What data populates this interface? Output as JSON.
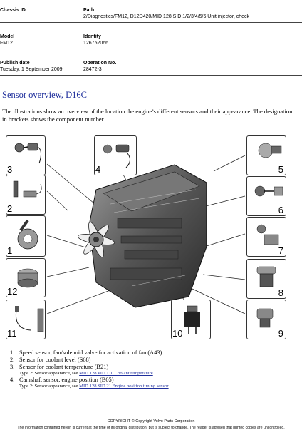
{
  "header": {
    "chassis_label": "Chassis ID",
    "chassis_value": "",
    "path_label": "Path",
    "path_value": "2/Diagnostics/FM12, D12D420/MID 128 SID 1/2/3/4/5/6 Unit injector, check",
    "model_label": "Model",
    "model_value": "FM12",
    "identity_label": "Identity",
    "identity_value": "126752066",
    "publish_label": "Publish date",
    "publish_value": "Tuesday, 1 September 2009",
    "operation_label": "Operation No.",
    "operation_value": "28472-3"
  },
  "title": "Sensor overview, D16C",
  "intro": "The illustrations show an overview of the location the engine’s different sensors and their appearance. The designation in brackets shows the component number.",
  "panels": {
    "p1": "1",
    "p2": "2",
    "p3": "3",
    "p4": "4",
    "p5": "5",
    "p6": "6",
    "p7": "7",
    "p8": "8",
    "p9": "9",
    "p10": "10",
    "p11": "11",
    "p12": "12"
  },
  "list": [
    {
      "num": "1.",
      "text": "Speed sensor, fan/solenoid valve for activation of fan (A43)"
    },
    {
      "num": "2.",
      "text": "Sensor for coolant level (S68)"
    },
    {
      "num": "3.",
      "text": "Sensor for coolant temperature (B21)",
      "sub_prefix": "Type 2: Sensor appearance, see ",
      "sub_link": "MID 128 PID 110 Coolant temperature"
    },
    {
      "num": "4.",
      "text": "Camshaft sensor, engine position (B05)",
      "sub_prefix": "Type 2: Sensor appearance, see ",
      "sub_link": "MID 128 SID 21 Engine position timing sensor"
    }
  ],
  "footer": {
    "copyright": "COPYRIGHT © Copyright Volvo Parts Corporation",
    "disclaimer": "The information contained herein is current at the time of its original distribution, but is subject to change. The reader is advised that printed copies are uncontrolled."
  }
}
